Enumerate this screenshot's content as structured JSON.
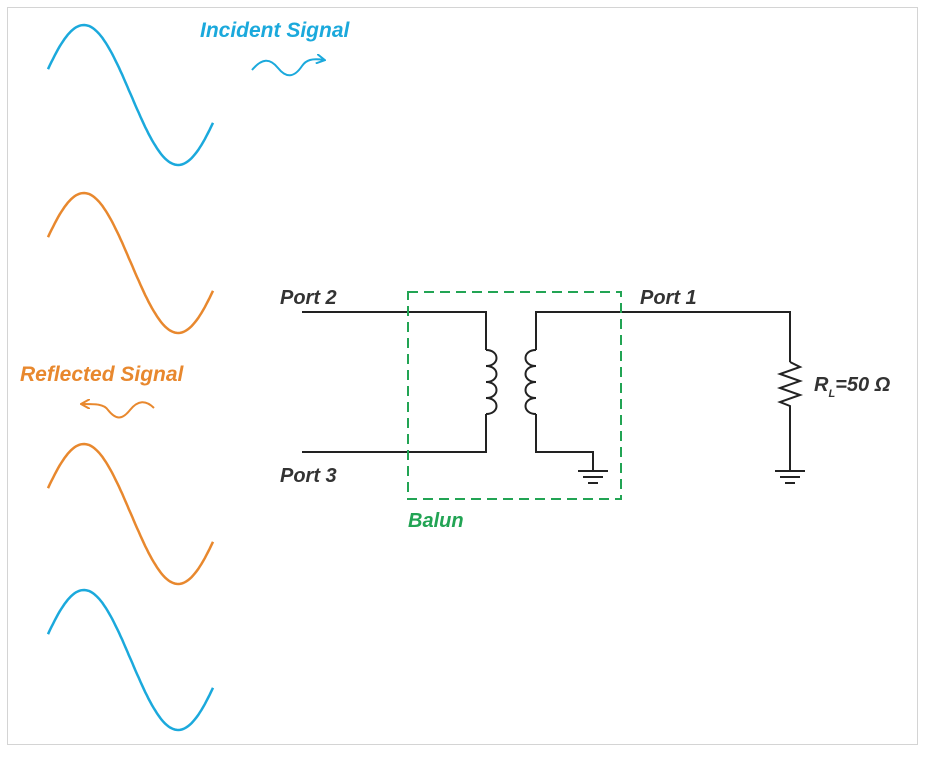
{
  "labels": {
    "incident": "Incident Signal",
    "reflected": "Reflected Signal",
    "port2": "Port 2",
    "port3": "Port 3",
    "port1": "Port 1",
    "balun": "Balun",
    "load_symbol": "R",
    "load_subscript": "L",
    "load_value": "=50 Ω"
  },
  "colors": {
    "incident": "#1ba9dc",
    "reflected": "#e8882e",
    "balun": "#22a454",
    "circuit": "#222222",
    "text": "#333333"
  },
  "waves": [
    {
      "name": "incident"
    },
    {
      "name": "reflected"
    },
    {
      "name": "reflected"
    },
    {
      "name": "incident"
    }
  ]
}
